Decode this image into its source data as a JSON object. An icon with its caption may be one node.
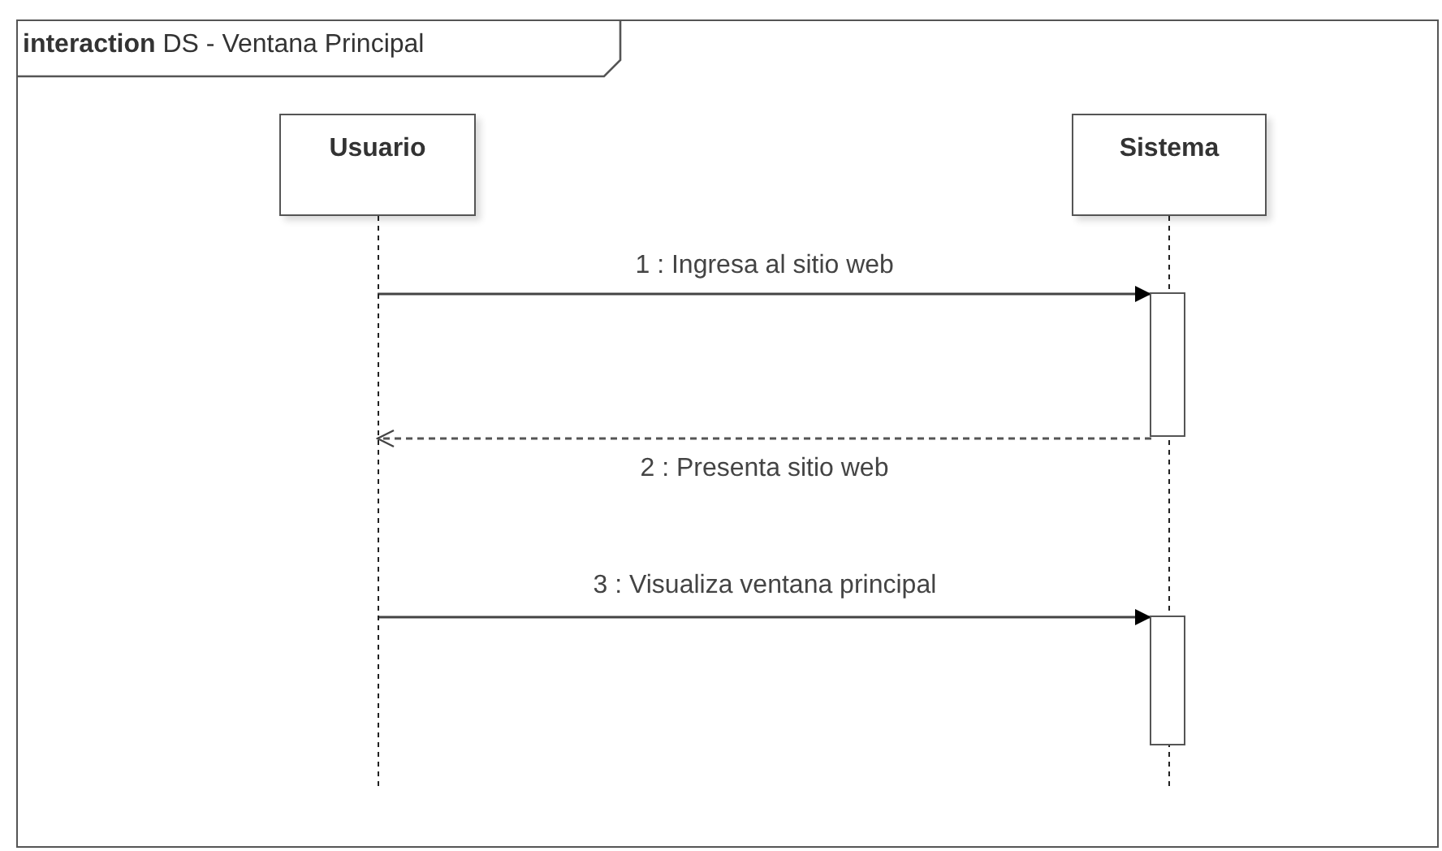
{
  "diagram": {
    "nodes": [
      {
        "text": [
          "**interaction** DS - Ventana Principal"
        ]
      },
      {
        "text": [
          "Usuario"
        ],
        "in": 0
      },
      {
        "text": [
          "Sistema"
        ],
        "in": 0
      },
      {
        "text": [],
        "shape": "bar",
        "in": 2
      },
      {
        "text": [],
        "shape": "bar",
        "in": 2
      }
    ],
    "edges": [
      {
        "from": 1,
        "to": 3,
        "arrow": "to",
        "label": "1 : Ingresa al sitio web"
      },
      {
        "from": 3,
        "to": 1,
        "arrow": "to",
        "style": "dashed",
        "label": "2 : Presenta sitio web"
      },
      {
        "from": 1,
        "to": 4,
        "arrow": "to",
        "label": "3 : Visualiza ventana principal"
      }
    ]
  }
}
